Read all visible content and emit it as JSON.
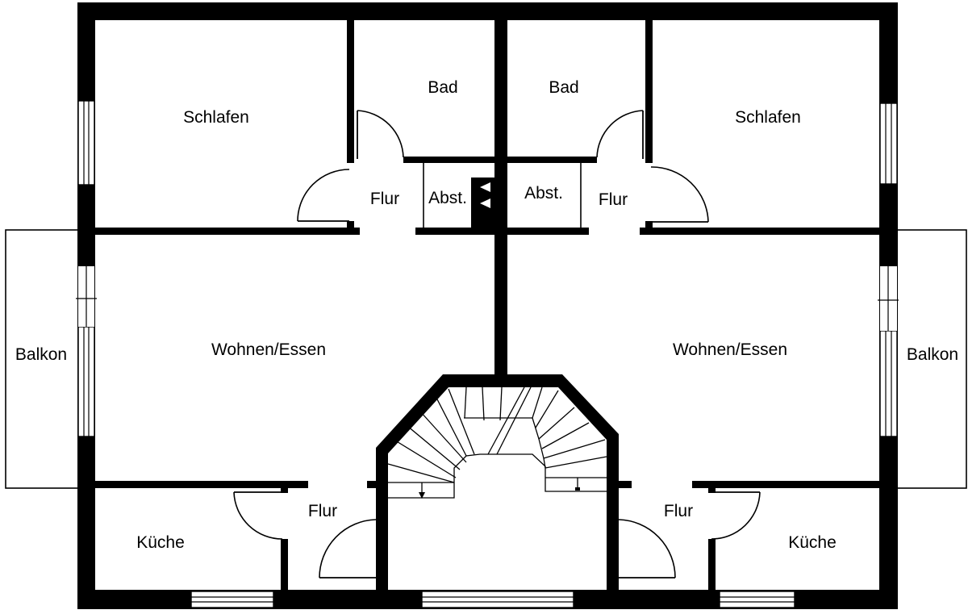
{
  "colors": {
    "wall": "#000000",
    "background": "#ffffff"
  },
  "left_unit": {
    "bedroom": "Schlafen",
    "bath": "Bad",
    "hall_top": "Flur",
    "storage": "Abst.",
    "living": "Wohnen/Essen",
    "balcony": "Balkon",
    "hall_bottom": "Flur",
    "kitchen": "Küche"
  },
  "right_unit": {
    "bedroom": "Schlafen",
    "bath": "Bad",
    "hall_top": "Flur",
    "storage": "Abst.",
    "living": "Wohnen/Essen",
    "balcony": "Balkon",
    "hall_bottom": "Flur",
    "kitchen": "Küche"
  }
}
